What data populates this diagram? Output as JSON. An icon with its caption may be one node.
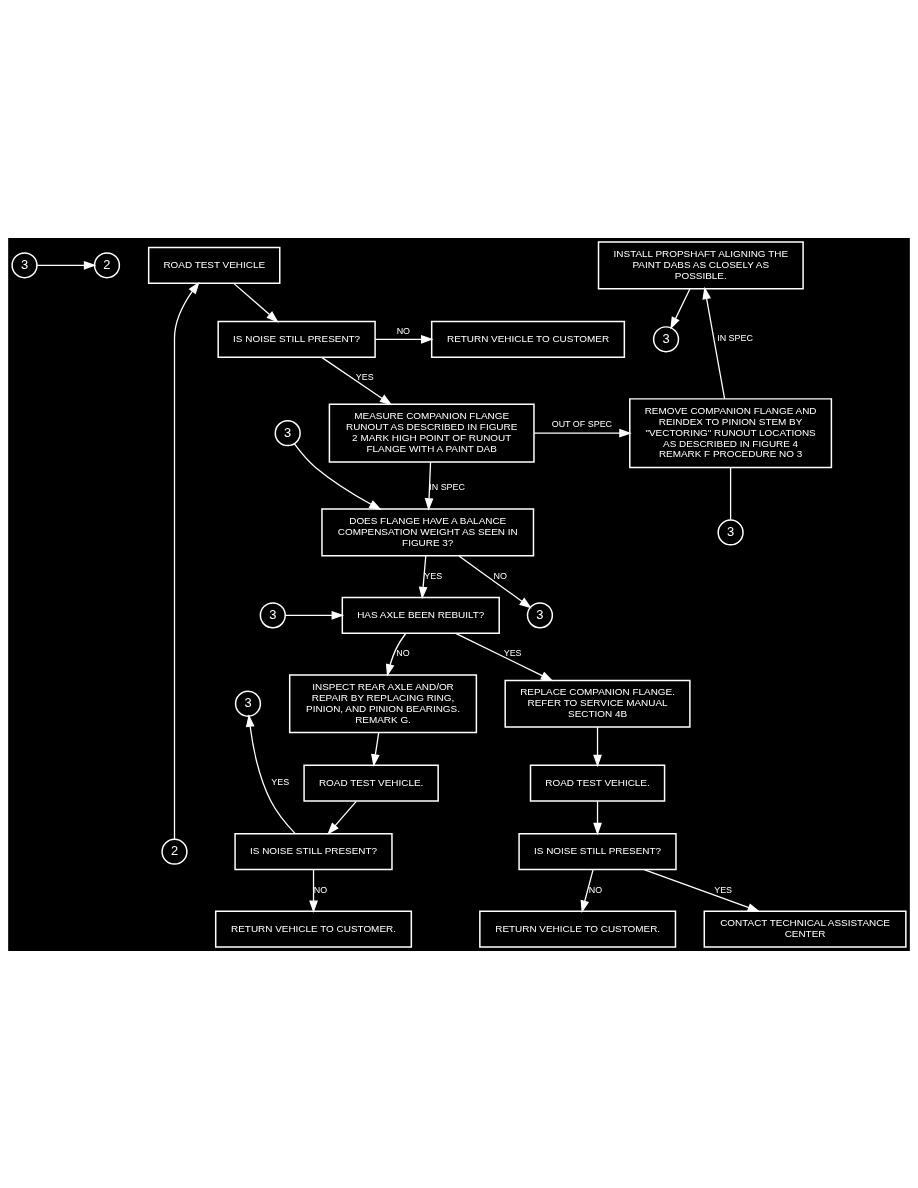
{
  "diagram": {
    "nodes": [
      {
        "text": [
          "2"
        ]
      },
      {
        "text": [
          "3"
        ]
      },
      {
        "text": [
          "ROAD TEST VEHICLE"
        ]
      },
      {
        "text": [
          "IS NOISE STILL PRESENT?"
        ]
      },
      {
        "text": [
          "RETURN VEHICLE TO CUSTOMER"
        ]
      },
      {
        "text": [
          "INSTALL PROPSHAFT ALIGNING THE PAINT DABS AS CLOSELY AS POSSIBLE."
        ]
      },
      {
        "text": [
          "3"
        ]
      },
      {
        "text": [
          "MEASURE COMPANION FLANGE RUNOUT AS DESCRIBED IN FIGURE 2 MARK HIGH POINT OF RUNOUT FLANGE WITH A PAINT DAB"
        ]
      },
      {
        "text": [
          "REMOVE COMPANION FLANGE AND REINDEX TO PINION STEM BY \"VECTORING\" RUNOUT LOCATIONS AS DESCRIBED IN FIGURE 4 REMARK F PROCEDURE NO 3"
        ]
      },
      {
        "text": [
          "3"
        ]
      },
      {
        "text": [
          "DOES FLANGE HAVE A BALANCE COMPENSATION WEIGHT AS SEEN IN FIGURE 3?"
        ]
      },
      {
        "text": [
          "3"
        ]
      },
      {
        "text": [
          "3"
        ]
      },
      {
        "text": [
          "HAS AXLE BEEN REBUILT?"
        ]
      },
      {
        "text": [
          "3"
        ]
      },
      {
        "text": [
          "REPLACE COMPANION FLANGE. REFER TO SERVICE MANUAL SECTION 4B"
        ]
      },
      {
        "text": [
          "INSPECT REAR AXLE AND/OR REPAIR BY REPLACING RING, PINION, AND PINION BEARINGS. REMARK G."
        ]
      },
      {
        "text": [
          "3"
        ]
      },
      {
        "text": [
          "ROAD TEST VEHICLE."
        ]
      },
      {
        "text": [
          "ROAD TEST VEHICLE."
        ]
      },
      {
        "text": [
          "2"
        ]
      },
      {
        "text": [
          "IS NOISE STILL PRESENT?"
        ]
      },
      {
        "text": [
          "IS NOISE STILL PRESENT?"
        ]
      },
      {
        "text": [
          "CONTACT TECHNICAL ASSISTANCE CENTER"
        ]
      },
      {
        "text": [
          "RETURN VEHICLE TO CUSTOMER."
        ]
      },
      {
        "text": [
          "RETURN VEHICLE TO CUSTOMER."
        ]
      }
    ],
    "edges": [
      {
        "from": 1,
        "to": 0,
        "arrow": "to"
      },
      {
        "from": 20,
        "to": 2,
        "arrow": "to"
      },
      {
        "from": 2,
        "to": 3,
        "arrow": "to"
      },
      {
        "from": 3,
        "to": 4,
        "label": "NO",
        "arrow": "to"
      },
      {
        "from": 3,
        "to": 7,
        "label": "YES",
        "arrow": "to"
      },
      {
        "from": 7,
        "to": 8,
        "label": "OUT OF SPEC",
        "arrow": "to"
      },
      {
        "from": 7,
        "to": 10,
        "label": "IN SPEC",
        "arrow": "to"
      },
      {
        "from": 8,
        "to": 5,
        "label": "IN SPEC",
        "arrow": "to"
      },
      {
        "from": 5,
        "to": 6,
        "arrow": "to"
      },
      {
        "from": 8,
        "to": 9,
        "arrow": "none"
      },
      {
        "from": 11,
        "to": 10,
        "arrow": "to"
      },
      {
        "from": 10,
        "to": 12,
        "label": "NO",
        "arrow": "to"
      },
      {
        "from": 10,
        "to": 13,
        "label": "YES",
        "arrow": "to"
      },
      {
        "from": 14,
        "to": 13,
        "arrow": "to"
      },
      {
        "from": 13,
        "to": 15,
        "label": "YES",
        "arrow": "to"
      },
      {
        "from": 13,
        "to": 16,
        "label": "NO",
        "arrow": "to"
      },
      {
        "from": 15,
        "to": 18,
        "arrow": "to"
      },
      {
        "from": 16,
        "to": 19,
        "arrow": "to"
      },
      {
        "from": 18,
        "to": 21,
        "arrow": "to"
      },
      {
        "from": 19,
        "to": 22,
        "arrow": "to"
      },
      {
        "from": 21,
        "to": 23,
        "label": "YES",
        "arrow": "to"
      },
      {
        "from": 21,
        "to": 24,
        "label": "NO",
        "arrow": "to"
      },
      {
        "from": 22,
        "to": 25,
        "label": "NO",
        "arrow": "to"
      },
      {
        "from": 22,
        "to": 17,
        "label": "YES",
        "arrow": "to"
      }
    ]
  }
}
